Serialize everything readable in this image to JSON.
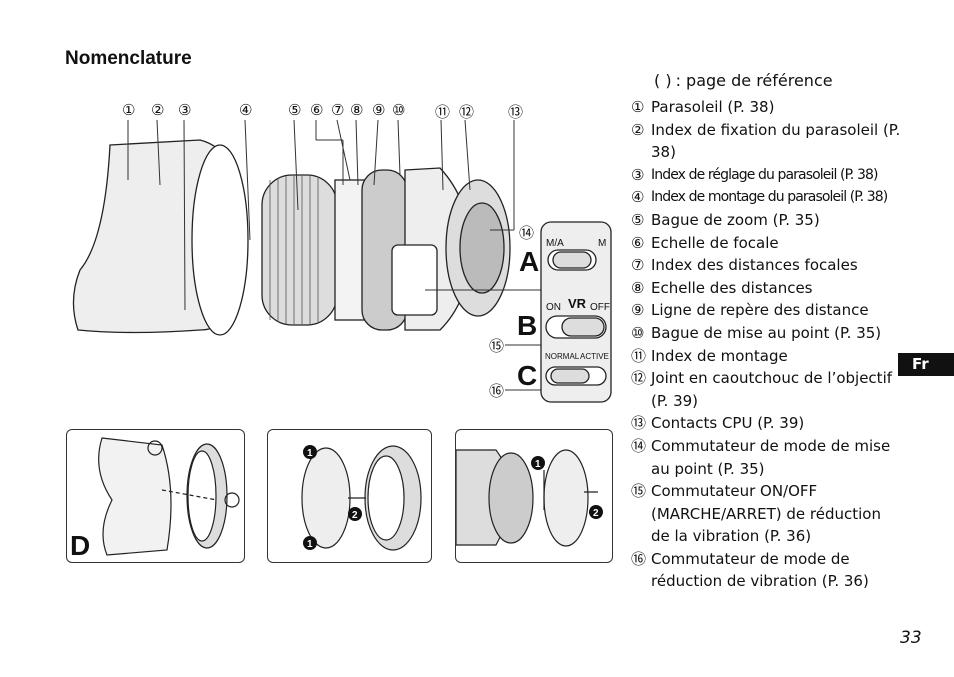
{
  "title": "Nomenclature",
  "ref_note": {
    "paren": "(     )",
    "text": ": page de référence"
  },
  "items": [
    {
      "num": "①",
      "text": "Parasoleil (P. 38)"
    },
    {
      "num": "②",
      "text": "Index de fixation du parasoleil (P. 38)"
    },
    {
      "num": "③",
      "text": "Index de réglage du parasoleil (P. 38)",
      "condensed": true
    },
    {
      "num": "④",
      "text": "Index de montage du parasoleil (P. 38)",
      "condensed": true
    },
    {
      "num": "⑤",
      "text": "Bague de zoom (P. 35)"
    },
    {
      "num": "⑥",
      "text": "Echelle de focale"
    },
    {
      "num": "⑦",
      "text": "Index des distances focales"
    },
    {
      "num": "⑧",
      "text": "Echelle des distances"
    },
    {
      "num": "⑨",
      "text": "Ligne de repère des distance"
    },
    {
      "num": "⑩",
      "text": "Bague de mise au point (P. 35)"
    },
    {
      "num": "⑪",
      "text": "Index de montage"
    },
    {
      "num": "⑫",
      "text": "Joint en caoutchouc de l’objectif (P. 39)"
    },
    {
      "num": "⑬",
      "text": "Contacts CPU (P. 39)"
    },
    {
      "num": "⑭",
      "text": "Commutateur de mode de mise au point (P. 35)"
    },
    {
      "num": "⑮",
      "text": "Commutateur ON/OFF (MARCHE/ARRET) de réduction de la vibration (P. 36)"
    },
    {
      "num": "⑯",
      "text": "Commutateur de mode de réduction de vibration (P. 36)"
    }
  ],
  "callouts": [
    "①",
    "②",
    "③",
    "④",
    "⑤",
    "⑥",
    "⑦",
    "⑧",
    "⑨",
    "⑩",
    "⑪",
    "⑫",
    "⑬"
  ],
  "switch_callouts": [
    "⑭",
    "⑮",
    "⑯"
  ],
  "letters": [
    "A",
    "B",
    "C",
    "D"
  ],
  "switch_labels": {
    "ma": "M/A",
    "m": "M",
    "on": "ON",
    "vr": "VR",
    "off": "OFF",
    "normal": "NORMAL",
    "active": "ACTIVE"
  },
  "step_markers": [
    "1",
    "2"
  ],
  "language_tab": "Fr",
  "page_number": "33"
}
